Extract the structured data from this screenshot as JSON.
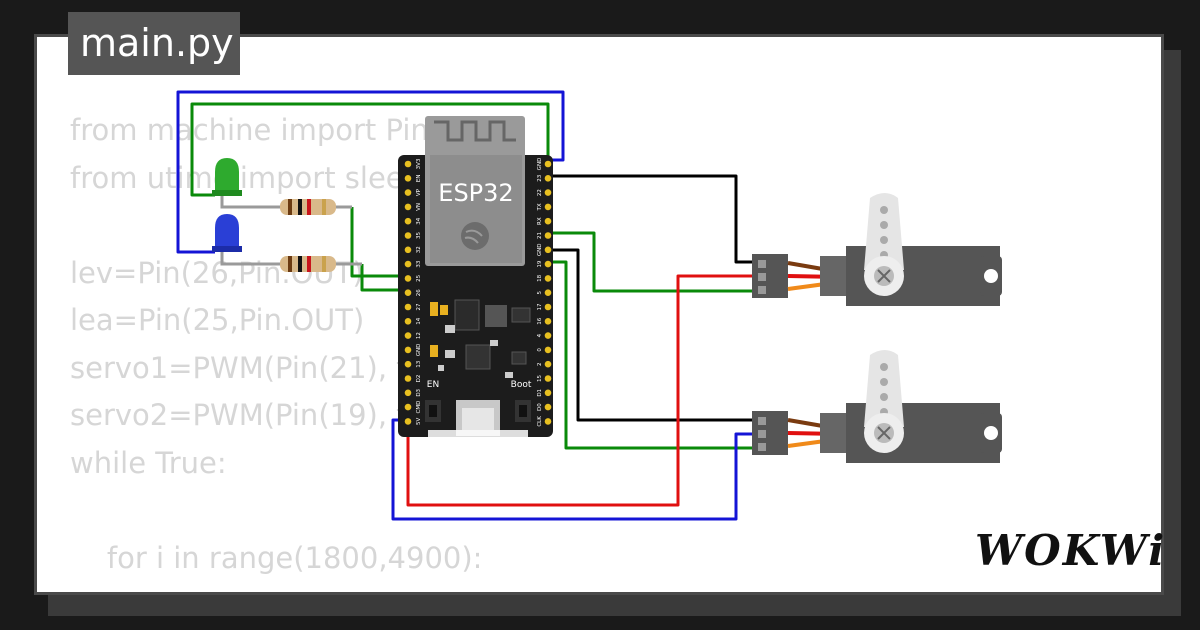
{
  "tab": {
    "filename": "main.py"
  },
  "code_lines": [
    "from machine import Pin, PWM",
    "from utime import sleep_ms",
    "",
    "lev=Pin(26,Pin.OUT)",
    "lea=Pin(25,Pin.OUT)",
    "servo1=PWM(Pin(21), freq=50)",
    "servo2=PWM(Pin(19), freq=50)",
    "while True:",
    "",
    "    for i in range(1800,4900):"
  ],
  "board": {
    "label": "ESP32",
    "btn_en": "EN",
    "btn_boot": "Boot",
    "pins_left": [
      "3V3",
      "EN",
      "VP",
      "VN",
      "34",
      "35",
      "32",
      "33",
      "25",
      "26",
      "27",
      "14",
      "12",
      "GND",
      "13",
      "D2",
      "D3",
      "CMD",
      "5V"
    ],
    "pins_right": [
      "GND",
      "23",
      "22",
      "TX",
      "RX",
      "21",
      "GND",
      "19",
      "18",
      "5",
      "17",
      "16",
      "4",
      "0",
      "2",
      "15",
      "D1",
      "D0",
      "CLK"
    ]
  },
  "components": {
    "led_green_color": "#2eaa2e",
    "led_blue_color": "#2a3fd6"
  },
  "wire_colors": {
    "blue": "#1414d6",
    "green": "#0a8a0a",
    "black": "#000000",
    "red": "#e01010"
  },
  "brand": "WOKWi"
}
